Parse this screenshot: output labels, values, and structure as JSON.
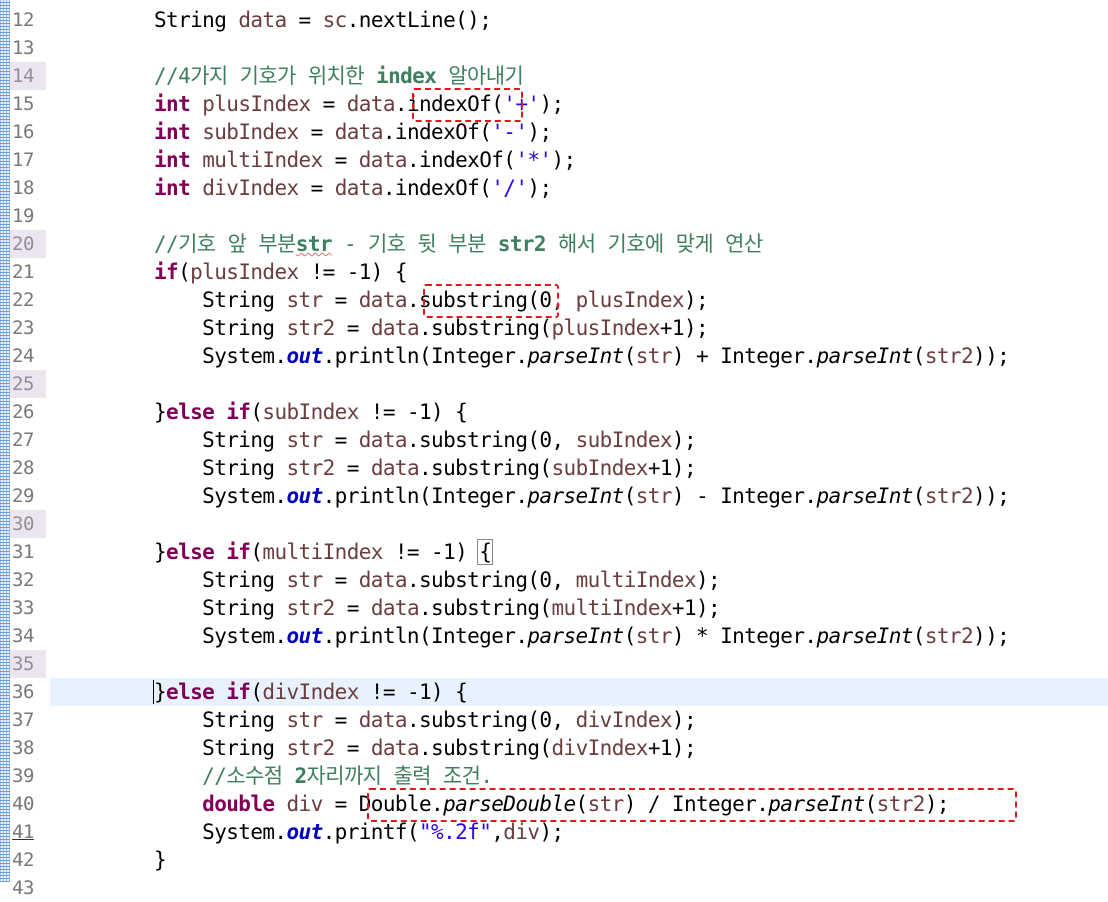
{
  "editor": {
    "current_line": 36,
    "lines": [
      {
        "num": "12",
        "tokens": [
          [
            "",
            "        String "
          ],
          [
            "var",
            "data"
          ],
          [
            "",
            " = "
          ],
          [
            "var",
            "sc"
          ],
          [
            "",
            ".nextLine();"
          ]
        ]
      },
      {
        "num": "13",
        "tokens": []
      },
      {
        "num": "14",
        "tokens": [
          [
            "cm",
            "        //4가지 기호가 위치한 "
          ],
          [
            "cmb",
            "index"
          ],
          [
            "cm",
            " 알아내기"
          ]
        ]
      },
      {
        "num": "15",
        "tokens": [
          [
            "kw",
            "        int "
          ],
          [
            "var",
            "plusIndex"
          ],
          [
            "",
            " = "
          ],
          [
            "var",
            "data"
          ],
          [
            "",
            ".indexOf("
          ],
          [
            "st",
            "'+'"
          ],
          [
            "",
            ");"
          ]
        ]
      },
      {
        "num": "16",
        "tokens": [
          [
            "kw",
            "        int "
          ],
          [
            "var",
            "subIndex"
          ],
          [
            "",
            " = "
          ],
          [
            "var",
            "data"
          ],
          [
            "",
            ".indexOf("
          ],
          [
            "st",
            "'-'"
          ],
          [
            "",
            ");"
          ]
        ]
      },
      {
        "num": "17",
        "tokens": [
          [
            "kw",
            "        int "
          ],
          [
            "var",
            "multiIndex"
          ],
          [
            "",
            " = "
          ],
          [
            "var",
            "data"
          ],
          [
            "",
            ".indexOf("
          ],
          [
            "st",
            "'*'"
          ],
          [
            "",
            ");"
          ]
        ]
      },
      {
        "num": "18",
        "tokens": [
          [
            "kw",
            "        int "
          ],
          [
            "var",
            "divIndex"
          ],
          [
            "",
            " = "
          ],
          [
            "var",
            "data"
          ],
          [
            "",
            ".indexOf("
          ],
          [
            "st",
            "'/'"
          ],
          [
            "",
            ");"
          ]
        ]
      },
      {
        "num": "19",
        "tokens": []
      },
      {
        "num": "20",
        "tokens": [
          [
            "cm",
            "        //기호 앞 부분"
          ],
          [
            "cmsq",
            "str"
          ],
          [
            "cm",
            " - 기호 뒷 부분 "
          ],
          [
            "cmb",
            "str2"
          ],
          [
            "cm",
            " 해서 기호에 맞게 연산"
          ]
        ]
      },
      {
        "num": "21",
        "tokens": [
          [
            "kw",
            "        if"
          ],
          [
            "",
            "("
          ],
          [
            "var",
            "plusIndex"
          ],
          [
            "",
            " != -1) {"
          ]
        ]
      },
      {
        "num": "22",
        "tokens": [
          [
            "",
            "            String "
          ],
          [
            "var",
            "str"
          ],
          [
            "",
            " = "
          ],
          [
            "var",
            "data"
          ],
          [
            "",
            ".substring(0, "
          ],
          [
            "var",
            "plusIndex"
          ],
          [
            "",
            ");"
          ]
        ]
      },
      {
        "num": "23",
        "tokens": [
          [
            "",
            "            String "
          ],
          [
            "var",
            "str2"
          ],
          [
            "",
            " = "
          ],
          [
            "var",
            "data"
          ],
          [
            "",
            ".substring("
          ],
          [
            "var",
            "plusIndex"
          ],
          [
            "",
            "+1);"
          ]
        ]
      },
      {
        "num": "24",
        "tokens": [
          [
            "",
            "            System."
          ],
          [
            "fld",
            "out"
          ],
          [
            "",
            ".println(Integer."
          ],
          [
            "it",
            "parseInt"
          ],
          [
            "",
            "("
          ],
          [
            "var",
            "str"
          ],
          [
            "",
            ") + Integer."
          ],
          [
            "it",
            "parseInt"
          ],
          [
            "",
            "("
          ],
          [
            "var",
            "str2"
          ],
          [
            "",
            "));"
          ]
        ]
      },
      {
        "num": "25",
        "tokens": []
      },
      {
        "num": "26",
        "tokens": [
          [
            "",
            "        }"
          ],
          [
            "kw",
            "else if"
          ],
          [
            "",
            "("
          ],
          [
            "var",
            "subIndex"
          ],
          [
            "",
            " != -1) {"
          ]
        ]
      },
      {
        "num": "27",
        "tokens": [
          [
            "",
            "            String "
          ],
          [
            "var",
            "str"
          ],
          [
            "",
            " = "
          ],
          [
            "var",
            "data"
          ],
          [
            "",
            ".substring(0, "
          ],
          [
            "var",
            "subIndex"
          ],
          [
            "",
            ");"
          ]
        ]
      },
      {
        "num": "28",
        "tokens": [
          [
            "",
            "            String "
          ],
          [
            "var",
            "str2"
          ],
          [
            "",
            " = "
          ],
          [
            "var",
            "data"
          ],
          [
            "",
            ".substring("
          ],
          [
            "var",
            "subIndex"
          ],
          [
            "",
            "+1);"
          ]
        ]
      },
      {
        "num": "29",
        "tokens": [
          [
            "",
            "            System."
          ],
          [
            "fld",
            "out"
          ],
          [
            "",
            ".println(Integer."
          ],
          [
            "it",
            "parseInt"
          ],
          [
            "",
            "("
          ],
          [
            "var",
            "str"
          ],
          [
            "",
            ") - Integer."
          ],
          [
            "it",
            "parseInt"
          ],
          [
            "",
            "("
          ],
          [
            "var",
            "str2"
          ],
          [
            "",
            "));"
          ]
        ]
      },
      {
        "num": "30",
        "tokens": []
      },
      {
        "num": "31",
        "tokens": [
          [
            "",
            "        }"
          ],
          [
            "kw",
            "else if"
          ],
          [
            "",
            "("
          ],
          [
            "var",
            "multiIndex"
          ],
          [
            "",
            " != -1) "
          ],
          [
            "brk",
            "{"
          ]
        ]
      },
      {
        "num": "32",
        "tokens": [
          [
            "",
            "            String "
          ],
          [
            "var",
            "str"
          ],
          [
            "",
            " = "
          ],
          [
            "var",
            "data"
          ],
          [
            "",
            ".substring(0, "
          ],
          [
            "var",
            "multiIndex"
          ],
          [
            "",
            ");"
          ]
        ]
      },
      {
        "num": "33",
        "tokens": [
          [
            "",
            "            String "
          ],
          [
            "var",
            "str2"
          ],
          [
            "",
            " = "
          ],
          [
            "var",
            "data"
          ],
          [
            "",
            ".substring("
          ],
          [
            "var",
            "multiIndex"
          ],
          [
            "",
            "+1);"
          ]
        ]
      },
      {
        "num": "34",
        "tokens": [
          [
            "",
            "            System."
          ],
          [
            "fld",
            "out"
          ],
          [
            "",
            ".println(Integer."
          ],
          [
            "it",
            "parseInt"
          ],
          [
            "",
            "("
          ],
          [
            "var",
            "str"
          ],
          [
            "",
            ") * Integer."
          ],
          [
            "it",
            "parseInt"
          ],
          [
            "",
            "("
          ],
          [
            "var",
            "str2"
          ],
          [
            "",
            "));"
          ]
        ]
      },
      {
        "num": "35",
        "tokens": []
      },
      {
        "num": "36",
        "tokens": [
          [
            "",
            "        "
          ],
          [
            "car",
            "}"
          ],
          [
            "kw",
            "else if"
          ],
          [
            "",
            "("
          ],
          [
            "var",
            "divIndex"
          ],
          [
            "",
            " != -1) {"
          ]
        ]
      },
      {
        "num": "37",
        "tokens": [
          [
            "",
            "            String "
          ],
          [
            "var",
            "str"
          ],
          [
            "",
            " = "
          ],
          [
            "var",
            "data"
          ],
          [
            "",
            ".substring(0, "
          ],
          [
            "var",
            "divIndex"
          ],
          [
            "",
            ");"
          ]
        ]
      },
      {
        "num": "38",
        "tokens": [
          [
            "",
            "            String "
          ],
          [
            "var",
            "str2"
          ],
          [
            "",
            " = "
          ],
          [
            "var",
            "data"
          ],
          [
            "",
            ".substring("
          ],
          [
            "var",
            "divIndex"
          ],
          [
            "",
            "+1);"
          ]
        ]
      },
      {
        "num": "39",
        "tokens": [
          [
            "cm",
            "            //소수점 "
          ],
          [
            "cmb",
            "2"
          ],
          [
            "cm",
            "자리까지 출력 조건."
          ]
        ]
      },
      {
        "num": "40",
        "tokens": [
          [
            "kw",
            "            double "
          ],
          [
            "var",
            "div"
          ],
          [
            "",
            " = Double."
          ],
          [
            "it",
            "parseDouble"
          ],
          [
            "",
            "("
          ],
          [
            "var",
            "str"
          ],
          [
            "",
            ") / Integer."
          ],
          [
            "it",
            "parseInt"
          ],
          [
            "",
            "("
          ],
          [
            "var",
            "str2"
          ],
          [
            "",
            ");"
          ]
        ]
      },
      {
        "num": "41",
        "tokens": [
          [
            "",
            "            System."
          ],
          [
            "fld",
            "out"
          ],
          [
            "",
            ".printf("
          ],
          [
            "st",
            "\"%.2f\""
          ],
          [
            "",
            ","
          ],
          [
            "var",
            "div"
          ],
          [
            "",
            ");"
          ]
        ]
      },
      {
        "num": "42",
        "tokens": [
          [
            "",
            "        }"
          ]
        ]
      },
      {
        "num": "43",
        "tokens": []
      }
    ]
  }
}
